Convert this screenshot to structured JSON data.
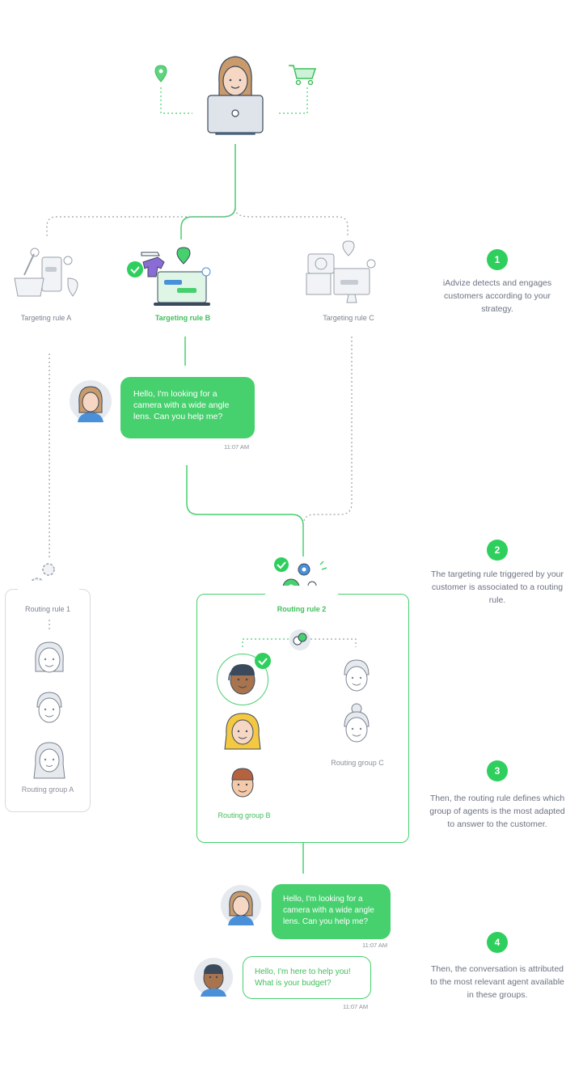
{
  "targeting_rules": [
    {
      "label": "Targeting rule A",
      "active": false
    },
    {
      "label": "Targeting rule B",
      "active": true
    },
    {
      "label": "Targeting rule C",
      "active": false
    }
  ],
  "chat1": {
    "message": "Hello, I'm looking for a camera with a wide angle lens. Can you help me?",
    "time": "11:07 AM"
  },
  "routing_rules": [
    {
      "label": "Routing rule 1",
      "active": false
    },
    {
      "label": "Routing rule 2",
      "active": true
    }
  ],
  "routing_groups": [
    {
      "label": "Routing group A",
      "active": false
    },
    {
      "label": "Routing group B",
      "active": true
    },
    {
      "label": "Routing group C",
      "active": false
    }
  ],
  "chat2": {
    "customer_message": "Hello, I'm looking for a camera with a wide angle lens. Can you help me?",
    "customer_time": "11:07 AM",
    "agent_message": "Hello, I'm here to help you! What is your budget?",
    "agent_time": "11:07 AM"
  },
  "steps": [
    {
      "number": "1",
      "text": "iAdvize detects and engages customers according to your strategy."
    },
    {
      "number": "2",
      "text": "The targeting rule triggered by your customer is associated to a routing rule."
    },
    {
      "number": "3",
      "text": "Then, the routing rule defines which group of agents is the most adapted to answer to the customer."
    },
    {
      "number": "4",
      "text": "Then, the conversation is attributed  to the most relevant agent available in these groups."
    }
  ],
  "colors": {
    "accent": "#47d06e",
    "accent_dark": "#2fcf5e",
    "blue": "#4a90d9",
    "grey": "#9aa1ab"
  }
}
